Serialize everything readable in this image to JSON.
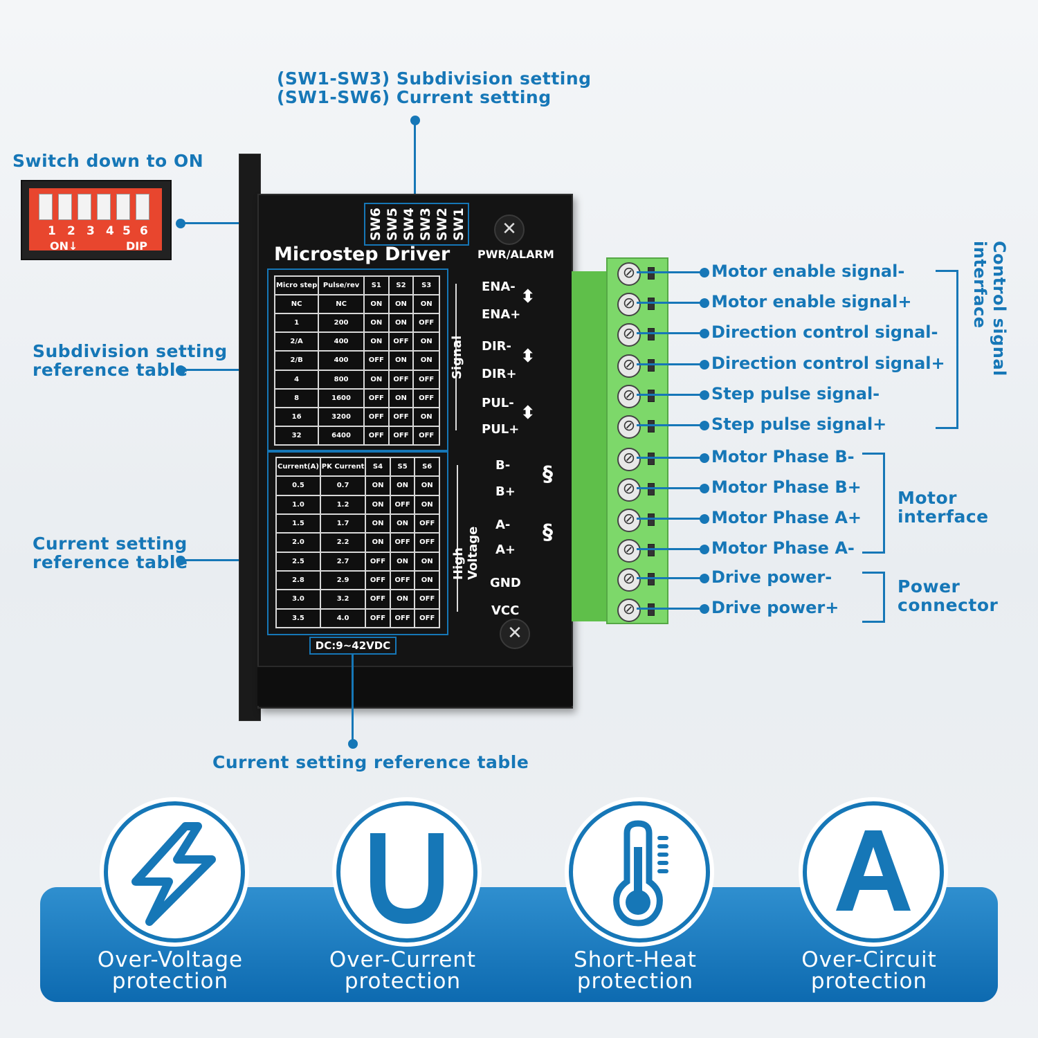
{
  "callouts": {
    "top_line1": "(SW1-SW3) Subdivision setting",
    "top_line2": "(SW1-SW6) Current setting",
    "switch_down": "Switch down to ON",
    "subdiv_line1": "Subdivision setting",
    "subdiv_line2": "reference table",
    "current_line1": "Current setting",
    "current_line2": "reference table",
    "bottom": "Current setting reference table"
  },
  "dip_switch": {
    "numbers": [
      "1",
      "2",
      "3",
      "4",
      "5",
      "6"
    ],
    "on_label": "ON↓",
    "dip_label": "DIP"
  },
  "driver": {
    "title": "Microstep Driver",
    "switches": [
      "SW6",
      "SW5",
      "SW4",
      "SW3",
      "SW2",
      "SW1"
    ],
    "pwr_alarm": "PWR/ALARM",
    "dc_range": "DC:9~42VDC",
    "signal_group": "Signal",
    "high_voltage_group": "High Voltage",
    "signal_pins": [
      "ENA-",
      "ENA+",
      "DIR-",
      "DIR+",
      "PUL-",
      "PUL+"
    ],
    "hv_pins": [
      "B-",
      "B+",
      "A-",
      "A+",
      "GND",
      "VCC"
    ]
  },
  "subdiv_table": {
    "headers": [
      "Micro step",
      "Pulse/rev",
      "S1",
      "S2",
      "S3"
    ],
    "rows": [
      [
        "NC",
        "NC",
        "ON",
        "ON",
        "ON"
      ],
      [
        "1",
        "200",
        "ON",
        "ON",
        "OFF"
      ],
      [
        "2/A",
        "400",
        "ON",
        "OFF",
        "ON"
      ],
      [
        "2/B",
        "400",
        "OFF",
        "ON",
        "ON"
      ],
      [
        "4",
        "800",
        "ON",
        "OFF",
        "OFF"
      ],
      [
        "8",
        "1600",
        "OFF",
        "ON",
        "OFF"
      ],
      [
        "16",
        "3200",
        "OFF",
        "OFF",
        "ON"
      ],
      [
        "32",
        "6400",
        "OFF",
        "OFF",
        "OFF"
      ]
    ]
  },
  "current_table": {
    "headers": [
      "Current(A)",
      "PK Current",
      "S4",
      "S5",
      "S6"
    ],
    "rows": [
      [
        "0.5",
        "0.7",
        "ON",
        "ON",
        "ON"
      ],
      [
        "1.0",
        "1.2",
        "ON",
        "OFF",
        "ON"
      ],
      [
        "1.5",
        "1.7",
        "ON",
        "ON",
        "OFF"
      ],
      [
        "2.0",
        "2.2",
        "ON",
        "OFF",
        "OFF"
      ],
      [
        "2.5",
        "2.7",
        "OFF",
        "ON",
        "ON"
      ],
      [
        "2.8",
        "2.9",
        "OFF",
        "OFF",
        "ON"
      ],
      [
        "3.0",
        "3.2",
        "OFF",
        "ON",
        "OFF"
      ],
      [
        "3.5",
        "4.0",
        "OFF",
        "OFF",
        "OFF"
      ]
    ]
  },
  "terminals": [
    "Motor enable signal-",
    "Motor enable signal+",
    "Direction control signal-",
    "Direction control signal+",
    "Step pulse signal-",
    "Step pulse signal+",
    "Motor Phase B-",
    "Motor Phase B+",
    "Motor Phase A+",
    "Motor Phase A-",
    "Drive power-",
    "Drive power+"
  ],
  "groups": {
    "control": "Control signal interface",
    "motor_line1": "Motor",
    "motor_line2": "interface",
    "power_line1": "Power",
    "power_line2": "connector"
  },
  "features": [
    {
      "line1": "Over-Voltage",
      "line2": "protection",
      "icon": "lightning-icon"
    },
    {
      "line1": "Over-Current",
      "line2": "protection",
      "icon": "letter-u-icon"
    },
    {
      "line1": "Short-Heat",
      "line2": "protection",
      "icon": "thermometer-icon"
    },
    {
      "line1": "Over-Circuit",
      "line2": "protection",
      "icon": "letter-a-icon"
    }
  ],
  "colors": {
    "accent": "#1677b7",
    "terminal_green": "#7dd86a",
    "dip_red": "#e8462e"
  }
}
